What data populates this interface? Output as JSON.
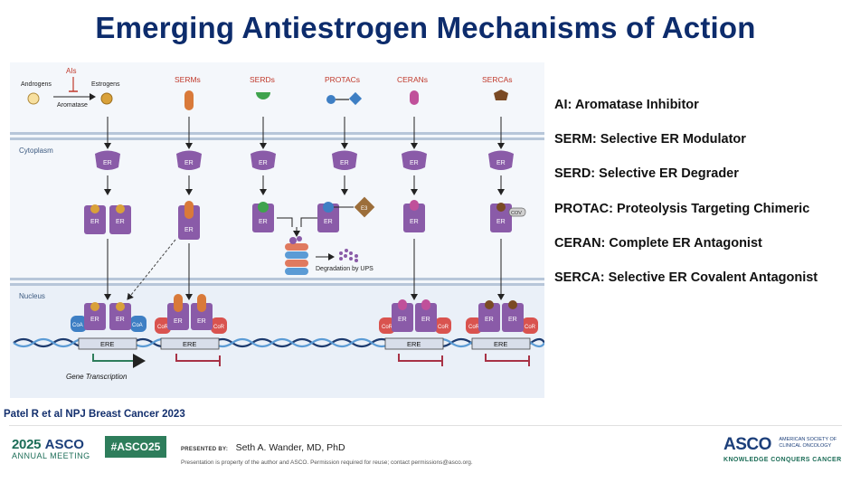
{
  "slide": {
    "title": "Emerging Antiestrogen Mechanisms of Action"
  },
  "figure": {
    "precursor": {
      "androgens": "Androgens",
      "ais": "AIs",
      "estrogens": "Estrogens",
      "aromatase": "Aromatase"
    },
    "columns": [
      "SERMs",
      "SERDs",
      "PROTACs",
      "CERANs",
      "SERCAs"
    ],
    "cytoplasm": "Cytoplasm",
    "nucleus": "Nucleus",
    "receptor": "ER",
    "e3": "E3",
    "cov": "COV",
    "coactivator": "CoA",
    "corepressor": "CoR",
    "element": "ERE",
    "degradation": "Degradation by UPS",
    "transcription": "Gene Transcription",
    "colors": {
      "receptor": "#8a5ba8",
      "coactivator": "#3e7fc4",
      "corepressor": "#d9534f",
      "membrane": "#b7c6d9",
      "dna": "#1c3a6e",
      "arrow_green": "#2e7d5b",
      "arrow_red": "#a83246"
    }
  },
  "legend": [
    "AI: Aromatase Inhibitor",
    "SERM: Selective ER Modulator",
    "SERD: Selective ER Degrader",
    "PROTAC: Proteolysis Targeting Chimeric",
    "CERAN: Complete ER Antagonist",
    "SERCA: Selective ER Covalent Antagonist"
  ],
  "citation": "Patel R et al NPJ Breast Cancer 2023",
  "footer": {
    "year": "2025",
    "asco": "ASCO",
    "meeting": "ANNUAL MEETING",
    "hashtag": "#ASCO25",
    "presented_by_label": "PRESENTED BY:",
    "presenter": "Seth A. Wander, MD, PhD",
    "notice": "Presentation is property of the author and ASCO. Permission required for reuse; contact permissions@asco.org.",
    "society_line1": "AMERICAN SOCIETY OF",
    "society_line2": "CLINICAL ONCOLOGY",
    "tagline": "KNOWLEDGE CONQUERS CANCER"
  }
}
